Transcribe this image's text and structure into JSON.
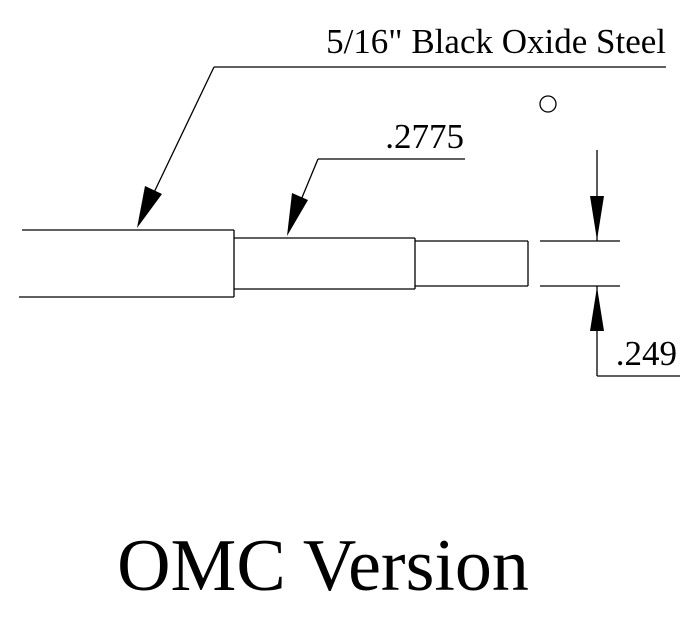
{
  "labels": {
    "material": "5/16\" Black Oxide Steel",
    "step_diameter": ".2775",
    "tip_diameter": ".249",
    "version": "OMC Version"
  },
  "colors": {
    "ink": "#000000",
    "paper": "#ffffff"
  }
}
